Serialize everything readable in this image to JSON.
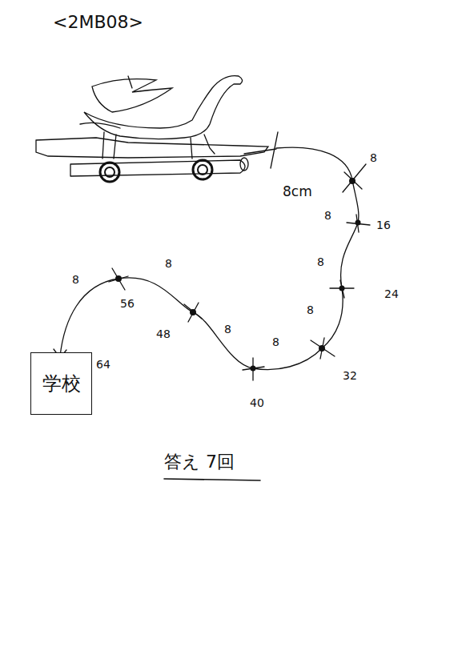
{
  "diagram": {
    "nodes": [
      {
        "text": [
          "学校"
        ]
      }
    ],
    "labels": [
      "<2MB08>",
      "8cm",
      "8",
      "8",
      "16",
      "8",
      "24",
      "8",
      "32",
      "8",
      "40",
      "8",
      "48",
      "8",
      "56",
      "8",
      "64",
      "答え 7回"
    ]
  }
}
